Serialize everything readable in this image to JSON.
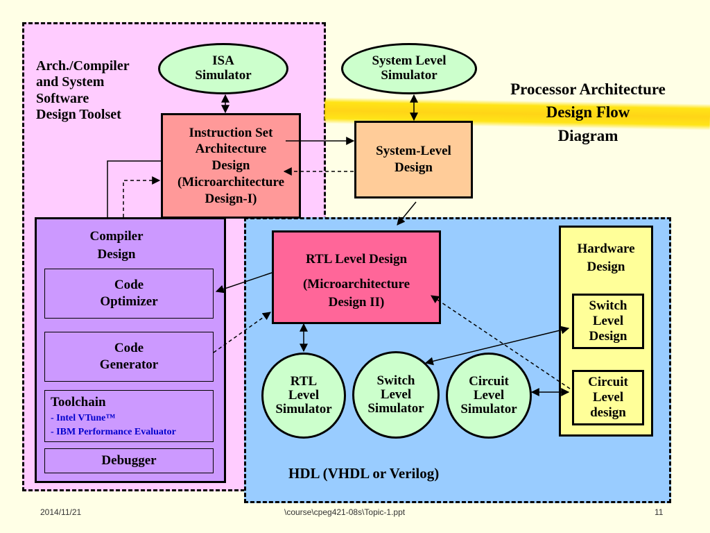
{
  "title": "Processor Architecture\nDesign Flow\nDiagram",
  "toolset_label": "Arch./Compiler\nand System\nSoftware\nDesign Toolset",
  "isa_simulator": "ISA\nSimulator",
  "system_level_simulator": "System Level\nSimulator",
  "isa_design": "Instruction Set\nArchitecture\nDesign\n(Microarchitecture\nDesign-I)",
  "system_level_design": "System-Level\nDesign",
  "compiler": {
    "title": "Compiler\nDesign",
    "code_optimizer": "Code\nOptimizer",
    "code_generator": "Code\nGenerator",
    "toolchain_title": "Toolchain",
    "toolchain_items": [
      "- Intel VTune™",
      "- IBM Performance Evaluator"
    ],
    "debugger": "Debugger"
  },
  "rtl_design": {
    "title": "RTL Level Design",
    "subtitle": "(Microarchitecture\nDesign II)"
  },
  "simulators": {
    "rtl": "RTL\nLevel\nSimulator",
    "switch": "Switch\nLevel\nSimulator",
    "circuit": "Circuit\nLevel\nSimulator"
  },
  "hardware": {
    "title": "Hardware\nDesign",
    "switch_level": "Switch\nLevel\nDesign",
    "circuit_level": "Circuit\nLevel\ndesign"
  },
  "hdl_label": "HDL (VHDL or Verilog)",
  "footer": {
    "date": "2014/11/21",
    "path": "\\course\\cpeg421-08s\\Topic-1.ppt",
    "page": "11"
  },
  "colors": {
    "left_region": "#ffccff",
    "right_region": "#99ccff",
    "isa_box": "#ff9999",
    "system_box": "#ffcc99",
    "compiler_box": "#cc99ff",
    "rtl_box": "#ff6699",
    "hardware_box": "#ffff99",
    "simulators": "#ccffcc",
    "toolchain_text": "#0000cc",
    "highlight": "#ffdd00"
  }
}
